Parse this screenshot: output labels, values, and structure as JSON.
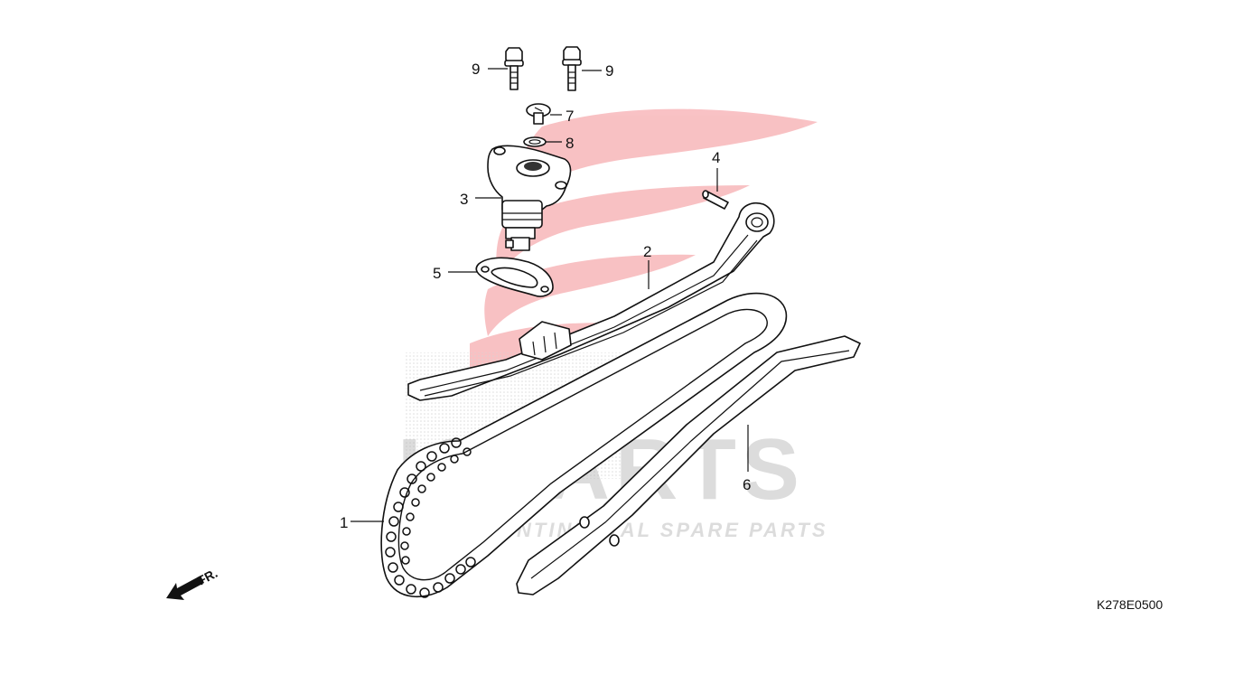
{
  "diagram_code": "K278E0500",
  "front_marker": "FR.",
  "watermark": {
    "title": "ISPARTS",
    "subtitle": "INTERCONTINENTAL SPARE PARTS",
    "wing_color": "#e8252d",
    "text_color": "#b3b3b3"
  },
  "callouts": [
    {
      "id": "1",
      "label": "1"
    },
    {
      "id": "2",
      "label": "2"
    },
    {
      "id": "3",
      "label": "3"
    },
    {
      "id": "4",
      "label": "4"
    },
    {
      "id": "5",
      "label": "5"
    },
    {
      "id": "6",
      "label": "6"
    },
    {
      "id": "7",
      "label": "7"
    },
    {
      "id": "8",
      "label": "8"
    },
    {
      "id": "9a",
      "label": "9"
    },
    {
      "id": "9b",
      "label": "9"
    }
  ]
}
